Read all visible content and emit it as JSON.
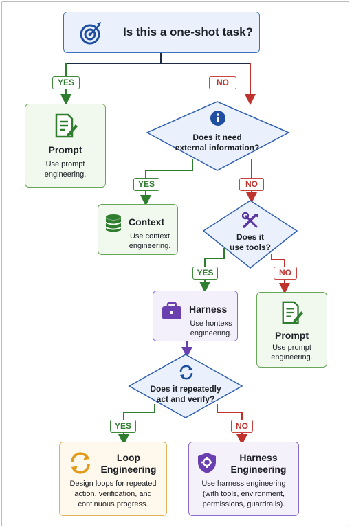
{
  "title": "Is this a one-shot task?",
  "branches": {
    "yes": "YES",
    "no": "NO"
  },
  "prompt_box": {
    "heading": "Prompt",
    "line1": "Use prompt",
    "line2": "engineering."
  },
  "decision_external": {
    "line1": "Does it need",
    "line2": "external information?"
  },
  "context_box": {
    "heading": "Context",
    "line1": "Use context",
    "line2": "engineering."
  },
  "decision_tools": {
    "line1": "Does it",
    "line2": "use tools?"
  },
  "harness_box": {
    "heading": "Harness",
    "line1": "Use hontexs",
    "line2": "engineering."
  },
  "prompt_box_2": {
    "heading": "Prompt",
    "line1": "Use prompt",
    "line2": "engineering."
  },
  "decision_loop": {
    "line1": "Does it repeatedly",
    "line2": "act and verify?"
  },
  "loop_box": {
    "heading1": "Loop",
    "heading2": "Engineering",
    "line1": "Design loops for repeated",
    "line2": "action, verification, and",
    "line3": "continuous progress."
  },
  "harness_eng_box": {
    "heading1": "Harness",
    "heading2": "Engineering",
    "line1": "Use harness engineering",
    "line2": "(with tools, environment,",
    "line3": "permissions, guardrails)."
  },
  "colors": {
    "yes": "#3e8a3a",
    "no": "#c94440",
    "main": "#1c2a44",
    "purple": "#6a3fb0"
  },
  "icons": [
    "target-icon",
    "document-pen-icon",
    "info-icon",
    "database-icon",
    "tools-icon",
    "briefcase-icon",
    "refresh-icon",
    "shield-gear-icon"
  ]
}
